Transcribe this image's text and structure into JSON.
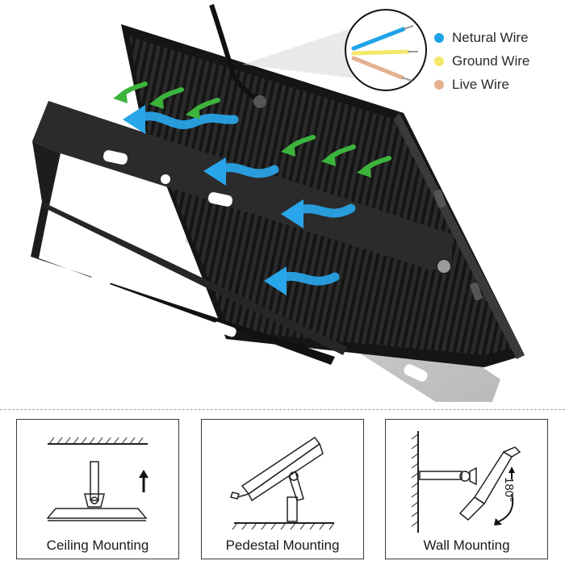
{
  "legend": {
    "items": [
      {
        "label": "Netural Wire",
        "color": "#1fa3e8"
      },
      {
        "label": "Ground Wire",
        "color": "#f4e86a"
      },
      {
        "label": "Live Wire",
        "color": "#e4b191"
      }
    ]
  },
  "mounting": {
    "ceiling": {
      "label": "Ceiling Mounting"
    },
    "pedestal": {
      "label": "Pedestal Mounting"
    },
    "wall": {
      "label": "Wall Mounting",
      "rotation_label": "180°"
    }
  },
  "colors": {
    "housing": "#1f1f1f",
    "bracket": "#2a2a2a",
    "airflow_blue": "#29a6ea",
    "airflow_green": "#3cb43c",
    "line_art": "#222222"
  }
}
